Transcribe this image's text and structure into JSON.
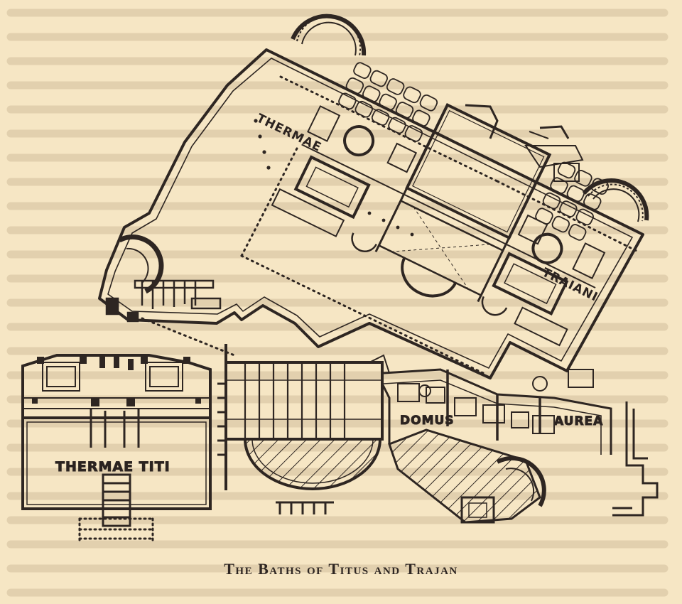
{
  "caption": "The Baths of Titus and Trajan",
  "labels": {
    "thermae": "THERMAE",
    "traiani": "TRAIANI",
    "domus": "DOMUS",
    "aurea": "AUREA",
    "thermae_titi": "THERMAE TITI"
  },
  "colors": {
    "paper": "#f6e6c4",
    "ink": "#2e2622",
    "bleed": "#d9c6a3"
  }
}
